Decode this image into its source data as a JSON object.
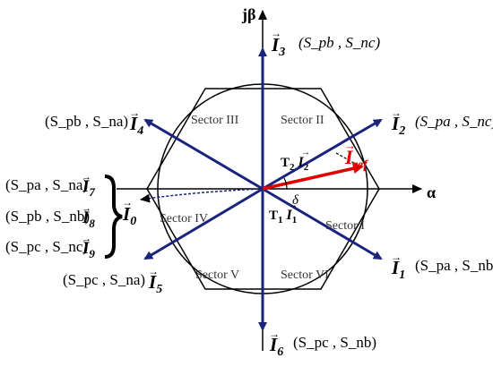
{
  "axes": {
    "vertical_label": "jβ",
    "horizontal_label": "α"
  },
  "sectors": [
    {
      "id": "s1",
      "label": "Sector I"
    },
    {
      "id": "s2",
      "label": "Sector II"
    },
    {
      "id": "s3",
      "label": "Sector III"
    },
    {
      "id": "s4",
      "label": "Sector IV"
    },
    {
      "id": "s5",
      "label": "Sector V"
    },
    {
      "id": "s6",
      "label": "Sector VI"
    }
  ],
  "vectors": [
    {
      "name": "I",
      "sub": "1",
      "state": "(S_pa , S_nb)"
    },
    {
      "name": "I",
      "sub": "2",
      "state": "(S_pa , S_nc)"
    },
    {
      "name": "I",
      "sub": "3",
      "state": "(S_pb , S_nc)"
    },
    {
      "name": "I",
      "sub": "4",
      "state": "(S_pb , S_na)"
    },
    {
      "name": "I",
      "sub": "5",
      "state": "(S_pc , S_na)"
    },
    {
      "name": "I",
      "sub": "6",
      "state": "(S_pc , S_nb)"
    }
  ],
  "zero_vectors": {
    "label": "I",
    "sub": "0",
    "items": [
      {
        "state": "(S_pa , S_na)",
        "sub": "7"
      },
      {
        "state": "(S_pb , S_nb)",
        "sub": "8"
      },
      {
        "state": "(S_pc , S_nc)",
        "sub": "9"
      }
    ]
  },
  "reference": {
    "label": "I",
    "sub": "ref"
  },
  "components": {
    "t1": "T",
    "t1_sub": "1",
    "i1_sub": "1",
    "t2": "T",
    "t2_sub": "2",
    "i2_sub": "2",
    "angle": "δ"
  },
  "colors": {
    "hexagon": "#000000",
    "active_vector": "#1a237e",
    "reference_vector": "#e00000",
    "dotted": "#1a237e"
  }
}
